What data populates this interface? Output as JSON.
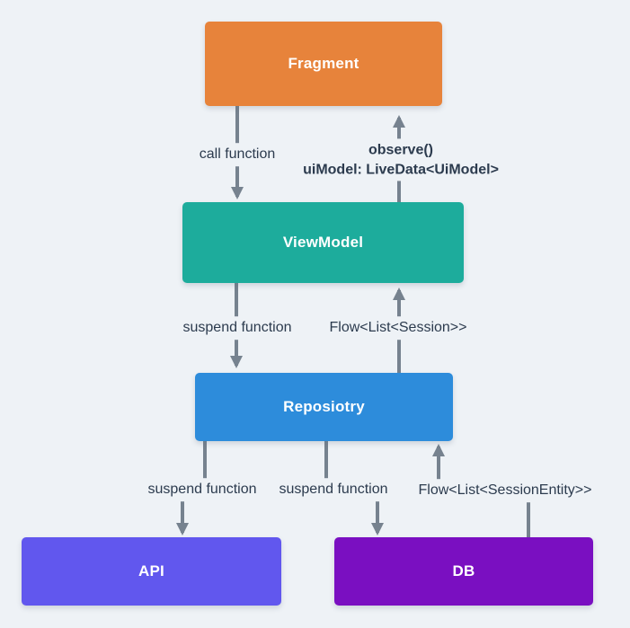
{
  "diagram": {
    "title": "android-app-architecture-flow",
    "colors": {
      "background": "#EEF2F6",
      "arrow": "#76828F",
      "label_text": "#2C3B4E",
      "node_text": "#FFFFFF"
    },
    "nodes": {
      "fragment": {
        "label": "Fragment",
        "color": "#E7833B"
      },
      "viewmodel": {
        "label": "ViewModel",
        "color": "#1DAC9C"
      },
      "repository": {
        "label": "Reposiotry",
        "color": "#2D8CDB"
      },
      "api": {
        "label": "API",
        "color": "#6157EE"
      },
      "db": {
        "label": "DB",
        "color": "#7A0FC1"
      }
    },
    "edges": {
      "call_function": {
        "from": "Fragment",
        "to": "ViewModel",
        "direction": "down",
        "label": "call function"
      },
      "observe": {
        "from": "ViewModel",
        "to": "Fragment",
        "direction": "up",
        "line1": "observe()",
        "line2": "uiModel: LiveData<UiModel>"
      },
      "suspend_vm_repo": {
        "from": "ViewModel",
        "to": "Reposiotry",
        "direction": "down",
        "label": "suspend function"
      },
      "flow_session": {
        "from": "Reposiotry",
        "to": "ViewModel",
        "direction": "up",
        "label": "Flow<List<Session>>"
      },
      "suspend_repo_api": {
        "from": "Reposiotry",
        "to": "API",
        "direction": "down",
        "label": "suspend function"
      },
      "suspend_repo_db": {
        "from": "Reposiotry",
        "to": "DB",
        "direction": "down",
        "label": "suspend function"
      },
      "flow_session_entity": {
        "from": "DB",
        "to": "Reposiotry",
        "direction": "up",
        "label": "Flow<List<SessionEntity>>"
      }
    }
  }
}
